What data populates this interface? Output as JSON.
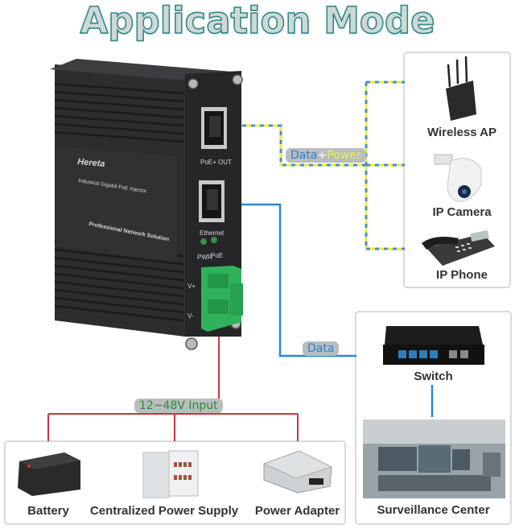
{
  "title": "Application Mode",
  "device": {
    "brand": "Hereta",
    "product_line": "Industrial Gigabit PoE Injector",
    "slogan": "Professional Network Solution",
    "port_out_label": "PoE+ OUT",
    "port_in_label": "Ethernet",
    "led_labels": [
      "PWR",
      "PoE"
    ],
    "terminal_labels": [
      "V+",
      "V-"
    ]
  },
  "connections": {
    "poe_out_badge": {
      "data": "Data",
      "plus": "+",
      "power": "Power"
    },
    "data_badge": "Data",
    "power_badge": "12~48V Input"
  },
  "colors": {
    "data_line": "#2c86d0",
    "power_line": "#c9353e",
    "poe_line_a": "#e6f03c",
    "poe_line_b": "#4a8fc0",
    "terminal_green": "#2fb25a"
  },
  "poe_devices": [
    {
      "icon": "wireless-ap-icon",
      "label": "Wireless AP"
    },
    {
      "icon": "ip-camera-icon",
      "label": "IP Camera"
    },
    {
      "icon": "ip-phone-icon",
      "label": "IP Phone"
    }
  ],
  "network": {
    "switch_label": "Switch",
    "center_label": "Surveillance Center"
  },
  "power_sources": [
    {
      "icon": "battery-icon",
      "label": "Battery"
    },
    {
      "icon": "power-cabinet-icon",
      "label": "Centralized Power Supply"
    },
    {
      "icon": "power-adapter-icon",
      "label": "Power Adapter"
    }
  ]
}
